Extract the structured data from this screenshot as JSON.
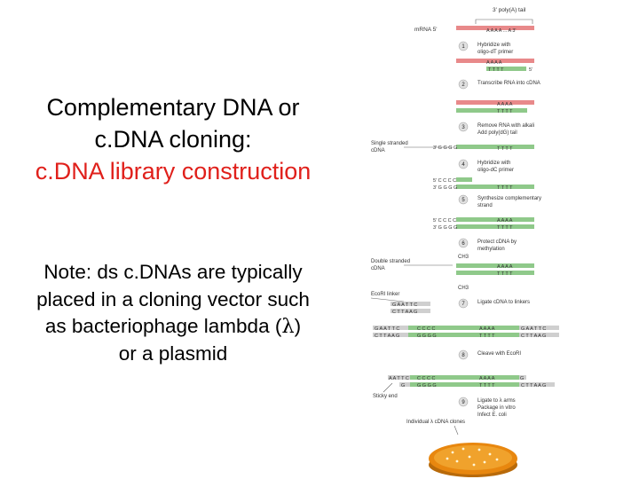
{
  "slide": {
    "title_line1": "Complementary DNA or",
    "title_line2": "c.DNA cloning:",
    "title_line3": "c.DNA library construction",
    "note_line1": "Note: ds c.DNAs are typically",
    "note_line2": "placed in a cloning vector such",
    "note_line3_pre": "as bacteriophage lambda (",
    "note_line3_sym": "λ",
    "note_line3_post": ")",
    "note_line4": "or a plasmid"
  },
  "figure": {
    "polyA_label": "3' poly(A) tail",
    "mrna_label": "mRNA 5'",
    "steps": [
      {
        "num": "1",
        "line1": "Hybridize with",
        "line2": "oligo-dT primer"
      },
      {
        "num": "2",
        "line1": "Transcribe RNA into cDNA",
        "line2": ""
      },
      {
        "num": "3",
        "line1": "Remove RNA with alkali",
        "line2": "Add poly(dG) tail"
      },
      {
        "num": "4",
        "line1": "Hybridize with",
        "line2": "oligo-dC primer"
      },
      {
        "num": "5",
        "line1": "Synthesize complementary",
        "line2": "strand"
      },
      {
        "num": "6",
        "line1": "Protect cDNA by",
        "line2": "methylation"
      },
      {
        "num": "7",
        "line1": "Ligate cDNA to linkers",
        "line2": ""
      },
      {
        "num": "8",
        "line1": "Cleave with EcoRI",
        "line2": ""
      },
      {
        "num": "9",
        "line1": "Ligate to λ arms",
        "line2": "Package in vitro",
        "line3": "Infect E. coli"
      }
    ],
    "side_labels": {
      "single_stranded_1": "Single stranded",
      "single_stranded_2": "cDNA",
      "double_stranded_1": "Double stranded",
      "double_stranded_2": "cDNA",
      "ecori_linker": "EcoRI linker",
      "sticky_end": "Sticky end",
      "clones": "Individual λ cDNA clones",
      "ch3_a": "CH3",
      "ch3_b": "CH3"
    },
    "seq": {
      "polyA": "A A A A ... A 3'",
      "polyA_short": "A A A A",
      "polyT": "T T T T",
      "end3": "3'",
      "end5": "5'",
      "ggg": "3' G G G G",
      "ccc5": "5' C C C C",
      "ccc_plain": "C C C C",
      "ggg_plain": "G G G G",
      "linker_top": "G A A T T C",
      "linker_bot": "C T T A A G",
      "aatt": "A A T T C",
      "aatt_bot": "G",
      "end_gaatt": "G A A T T C",
      "end_cttaa": "C T T A A G"
    },
    "colors": {
      "rna": "#e8898a",
      "dna": "#8fc98a",
      "linker": "#cfcfcf",
      "dish": "#e8870f",
      "step_circle": "#e0e0e0",
      "title_red": "#e0201b"
    }
  }
}
